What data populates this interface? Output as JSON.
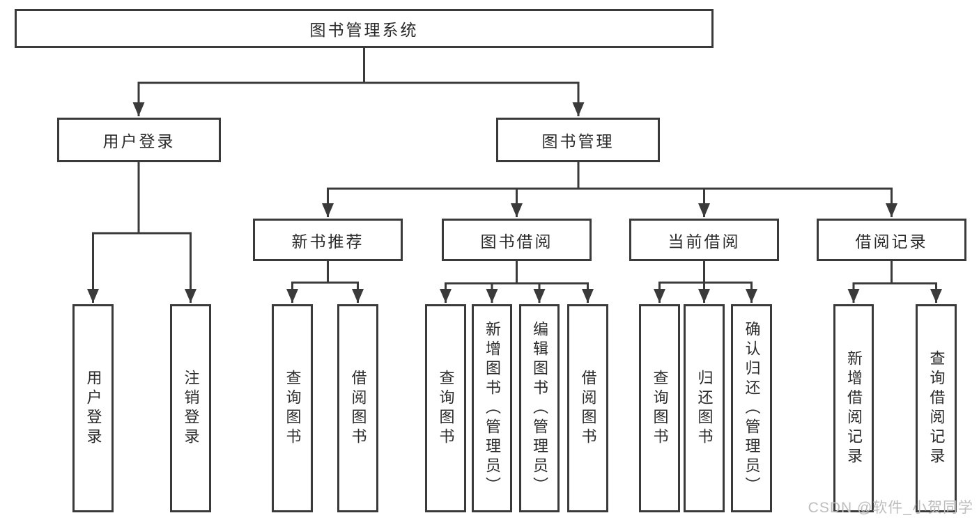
{
  "nodes": {
    "root": "图书管理系统",
    "user_login": "用户登录",
    "book_mgmt": "图书管理",
    "new_books": "新书推荐",
    "book_borrow": "图书借阅",
    "current_borrow": "当前借阅",
    "borrow_records": "借阅记录",
    "ul_login": "用户登录",
    "ul_logout": "注销登录",
    "nb_query": "查询图书",
    "nb_borrow": "借阅图书",
    "bb_query": "查询图书",
    "bb_add": "新增图书（管理员）",
    "bb_edit": "编辑图书（管理员）",
    "bb_borrow": "借阅图书",
    "cb_query": "查询图书",
    "cb_return": "归还图书",
    "cb_confirm": "确认归还（管理员）",
    "br_add": "新增借阅记录",
    "br_query": "查询借阅记录"
  },
  "watermark": "CSDN @软件_小贺同学",
  "colors": {
    "line": "#3a3a3a",
    "text": "#2b2b2b",
    "watermark": "#bdbdbd"
  }
}
